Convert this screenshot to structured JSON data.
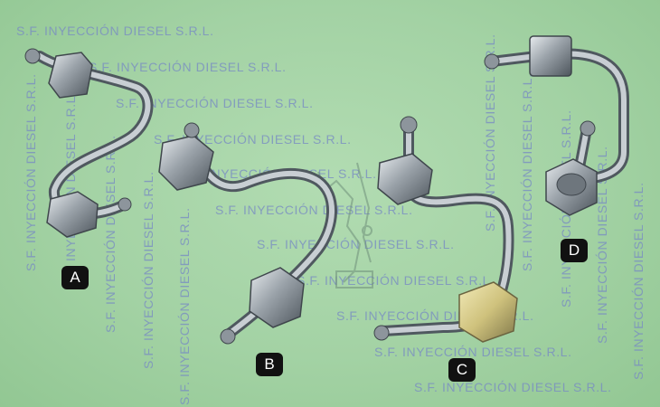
{
  "watermark": "S.F. INYECCIÓN DIESEL S.R.L.",
  "labels": {
    "a": "A",
    "b": "B",
    "c": "C",
    "d": "D"
  },
  "colors": {
    "background": "#a3d2a4",
    "watermark": "#788cc3",
    "steel": "#b9c0c6",
    "brass_nut": "#d8cf90",
    "badge": "#111111"
  }
}
